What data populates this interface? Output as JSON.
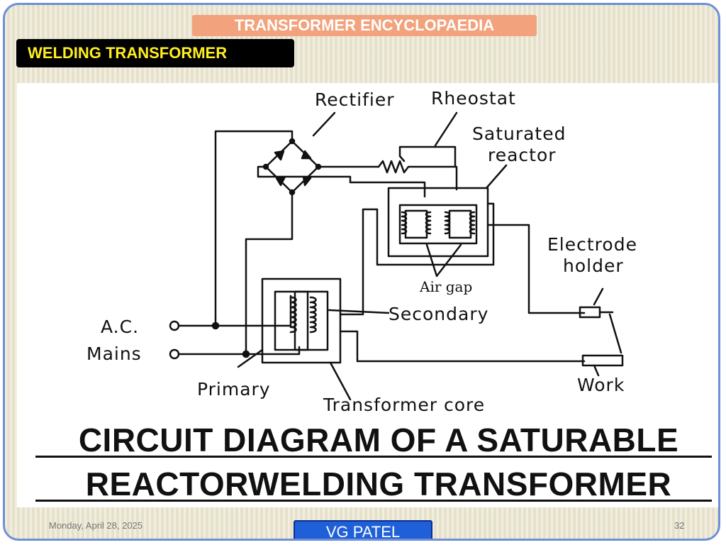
{
  "header": {
    "encyclopaedia_title": "TRANSFORMER ENCYCLOPAEDIA",
    "section_label": "WELDING TRANSFORMER"
  },
  "diagram": {
    "labels": {
      "rectifier": "Rectifier",
      "rheostat": "Rheostat",
      "saturated_reactor_line1": "Saturated",
      "saturated_reactor_line2": "reactor",
      "electrode_holder_line1": "Electrode",
      "electrode_holder_line2": "holder",
      "air_gap": "Air gap",
      "secondary": "Secondary",
      "ac_mains_line1": "A.C.",
      "ac_mains_line2": "Mains",
      "primary": "Primary",
      "transformer_core": "Transformer core",
      "work": "Work"
    },
    "caption_line1": "CIRCUIT DIAGRAM OF A SATURABLE",
    "caption_line2": "REACTORWELDING TRANSFORMER"
  },
  "footer": {
    "date": "Monday, April 28, 2025",
    "author": "VG PATEL",
    "page_number": "32"
  },
  "colors": {
    "title_bg": "#f2a27c",
    "label_bg": "#000000",
    "label_text": "#ffee22",
    "author_bg": "#1f5fd8",
    "border": "#6f8fd8"
  }
}
